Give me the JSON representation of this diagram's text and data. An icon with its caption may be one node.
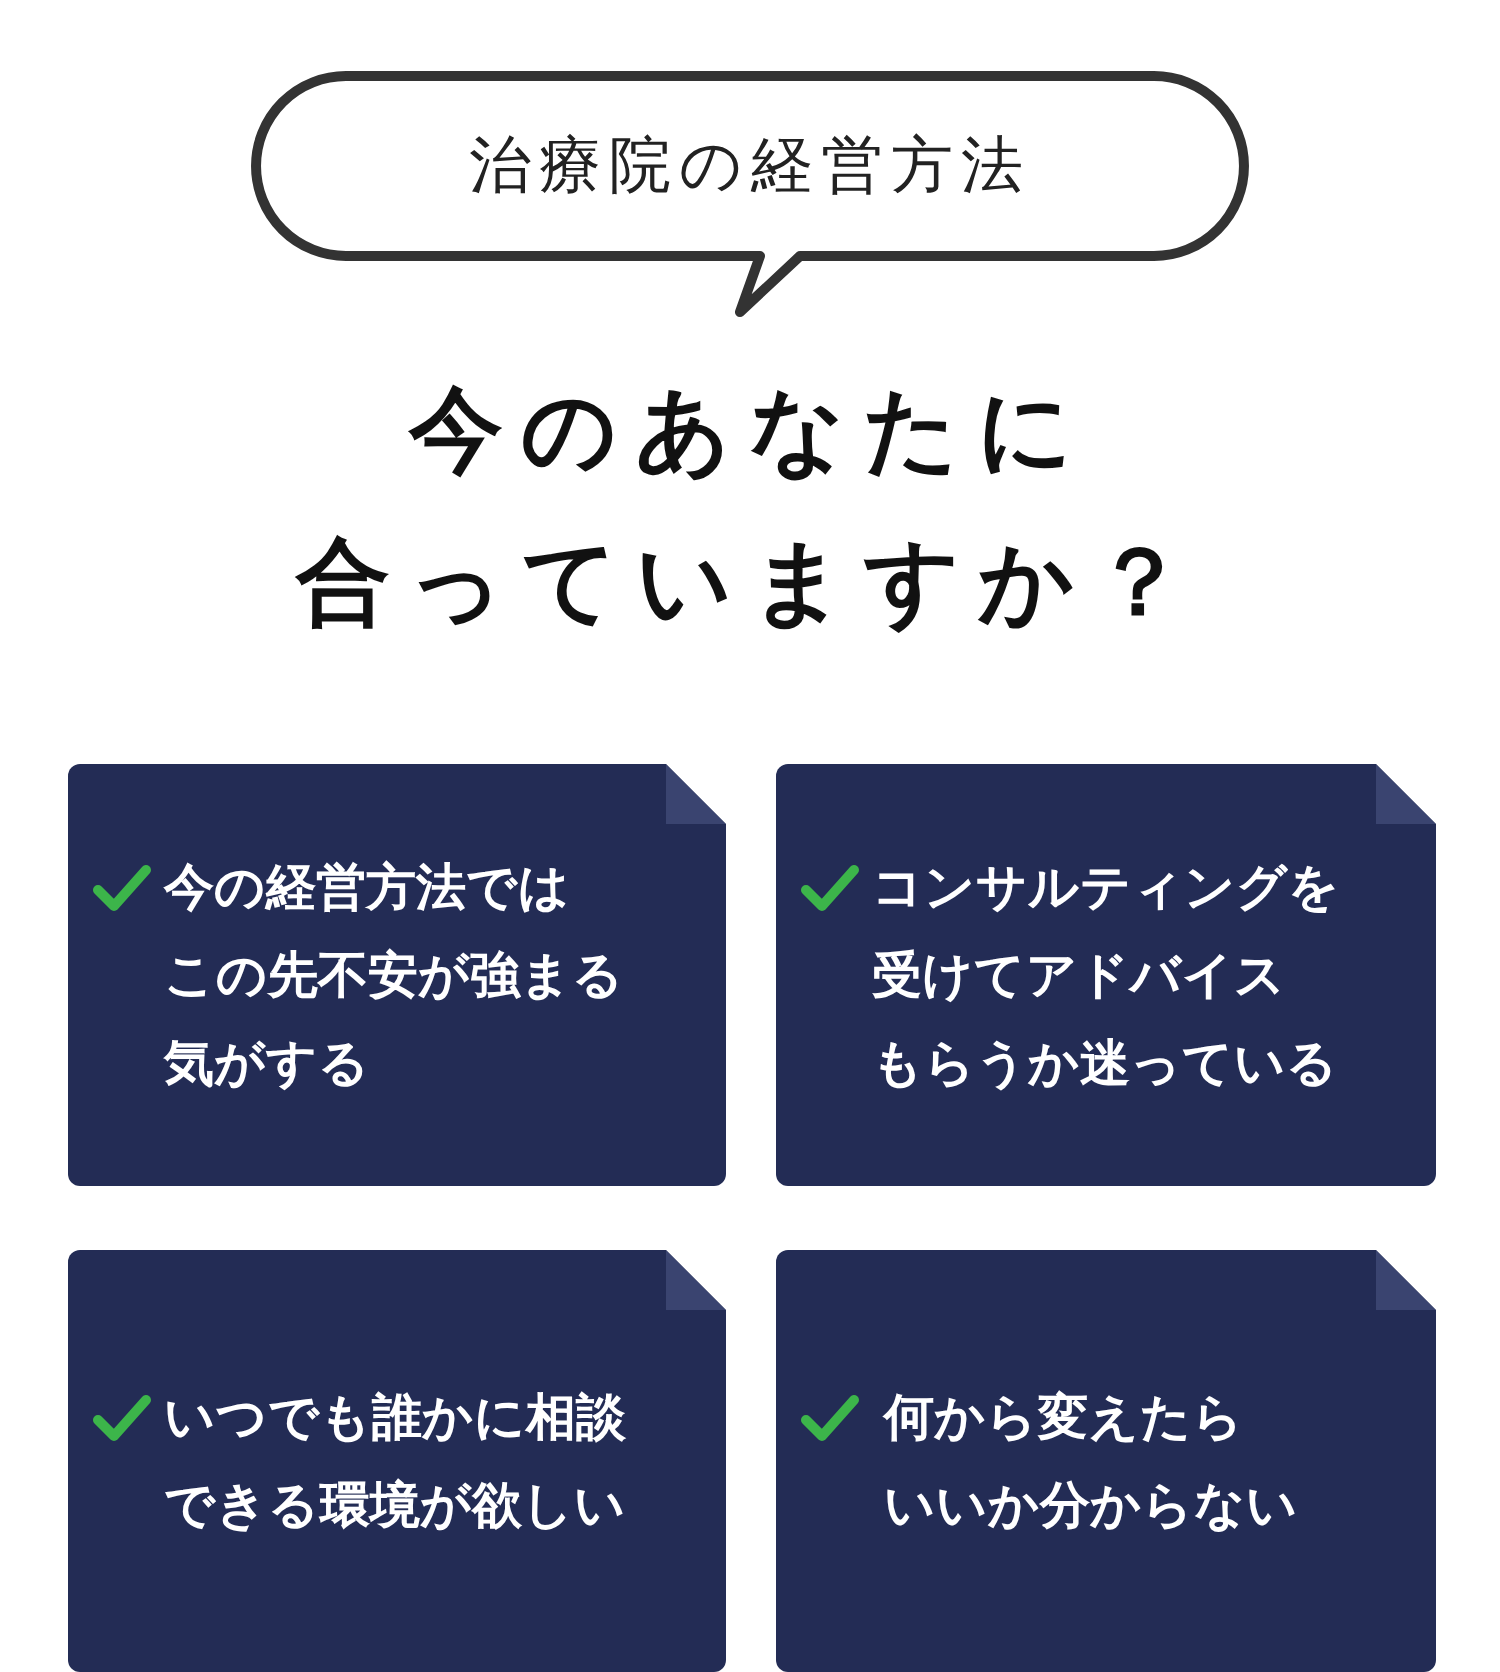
{
  "diagram": {
    "title": "今のあなたに合っていますか？",
    "nodes": [
      {
        "text": [
          "治療院の経営方法"
        ]
      },
      {
        "text": [
          "今の経営方法ではこの先不安が強まる気がする"
        ]
      },
      {
        "text": [
          "コンサルティングを受けてアドバイスもらうか迷っている"
        ]
      },
      {
        "text": [
          "いつでも誰かに相談できる環境が欲しい"
        ]
      },
      {
        "text": [
          "何から変えたらいいか分からない"
        ]
      }
    ]
  }
}
